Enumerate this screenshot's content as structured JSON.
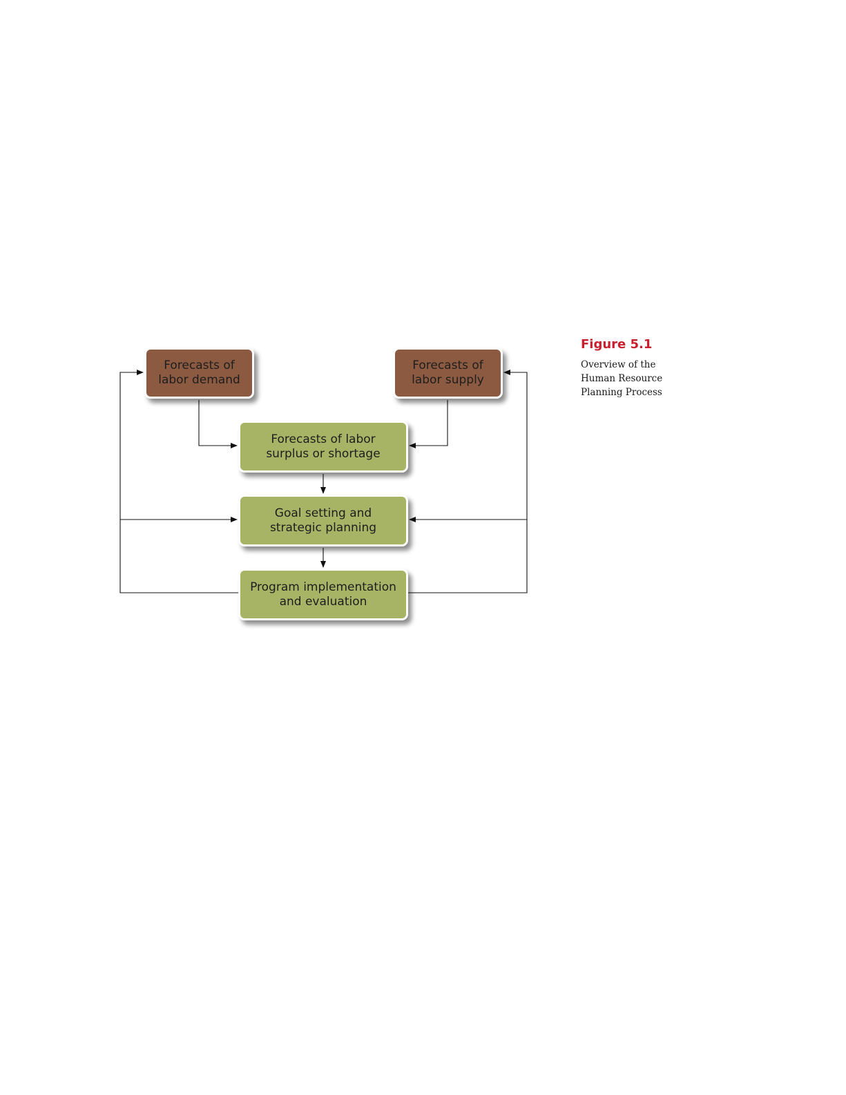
{
  "figure": {
    "number": "Figure 5.1",
    "caption": "Overview of the Human Resource Planning Process"
  },
  "diagram": {
    "nodes": {
      "labor_demand": {
        "label": "Forecasts of\nlabor demand",
        "color": "#8c5a40"
      },
      "labor_supply": {
        "label": "Forecasts of\nlabor supply",
        "color": "#8c5a40"
      },
      "surplus_shortage": {
        "label": "Forecasts of labor\nsurplus or shortage",
        "color": "#a7b465"
      },
      "goal_setting": {
        "label": "Goal setting and\nstrategic planning",
        "color": "#a7b465"
      },
      "program": {
        "label": "Program implementation\nand evaluation",
        "color": "#a7b465"
      }
    },
    "edges": [
      {
        "from": "labor_demand",
        "to": "surplus_shortage"
      },
      {
        "from": "labor_supply",
        "to": "surplus_shortage"
      },
      {
        "from": "surplus_shortage",
        "to": "goal_setting"
      },
      {
        "from": "goal_setting",
        "to": "program"
      },
      {
        "from": "program",
        "to": "labor_demand"
      },
      {
        "from": "program",
        "to": "goal_setting"
      },
      {
        "from": "program",
        "to": "labor_supply"
      }
    ]
  }
}
